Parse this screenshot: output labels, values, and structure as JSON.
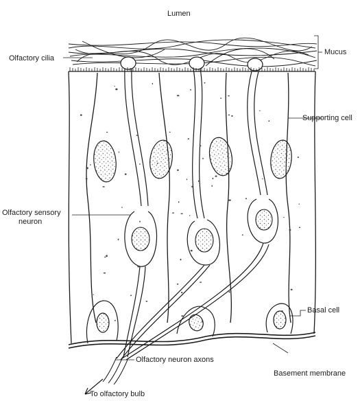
{
  "labels": {
    "lumen": "Lumen",
    "olfactory_cilia": "Olfactory cilia",
    "mucus": "Mucus",
    "supporting_cell": "Supporting cell",
    "olfactory_sensory_neuron_line1": "Olfactory sensory",
    "olfactory_sensory_neuron_line2": "neuron",
    "basal_cell": "Basal cell",
    "olfactory_neuron_axons": "Olfactory neuron axons",
    "basement_membrane": "Basement membrane",
    "to_olfactory_bulb": "To olfactory bulb"
  },
  "colors": {
    "ink": "#1a1a1a",
    "nucleus_fill": "#e6e6e6",
    "background": "#ffffff"
  }
}
